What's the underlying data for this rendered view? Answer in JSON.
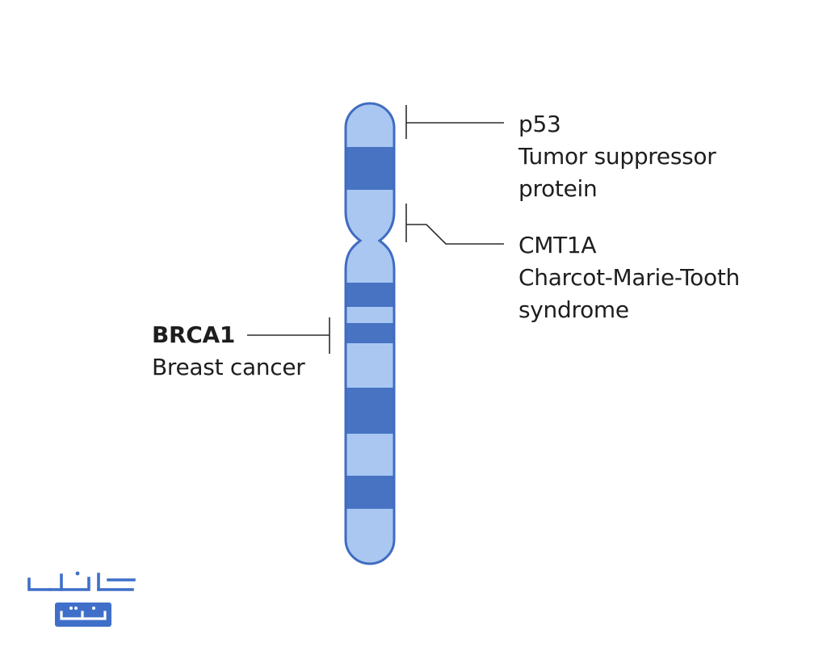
{
  "colors": {
    "chromosome_light": "#a9c7f1",
    "chromosome_dark": "#4773c2",
    "chromosome_outline": "#3f6cc0",
    "leader_line": "#2b2b2b",
    "text": "#1e1e1e",
    "logo": "#3f6fc9"
  },
  "labels": [
    {
      "id": "p53",
      "name": "p53",
      "description": "Tumor suppressor protein",
      "description_lines": [
        "Tumor suppressor",
        "protein"
      ]
    },
    {
      "id": "cmt1a",
      "name": "CMT1A",
      "description": "Charcot-Marie-Tooth syndrome",
      "description_lines": [
        "Charcot-Marie-Tooth",
        "syndrome"
      ]
    },
    {
      "id": "brca1",
      "name": "BRCA1",
      "description": "Breast cancer",
      "description_lines": [
        "Breast cancer"
      ]
    }
  ],
  "logo": {
    "icon": "site-watermark-logo",
    "text": "جوان تن"
  }
}
